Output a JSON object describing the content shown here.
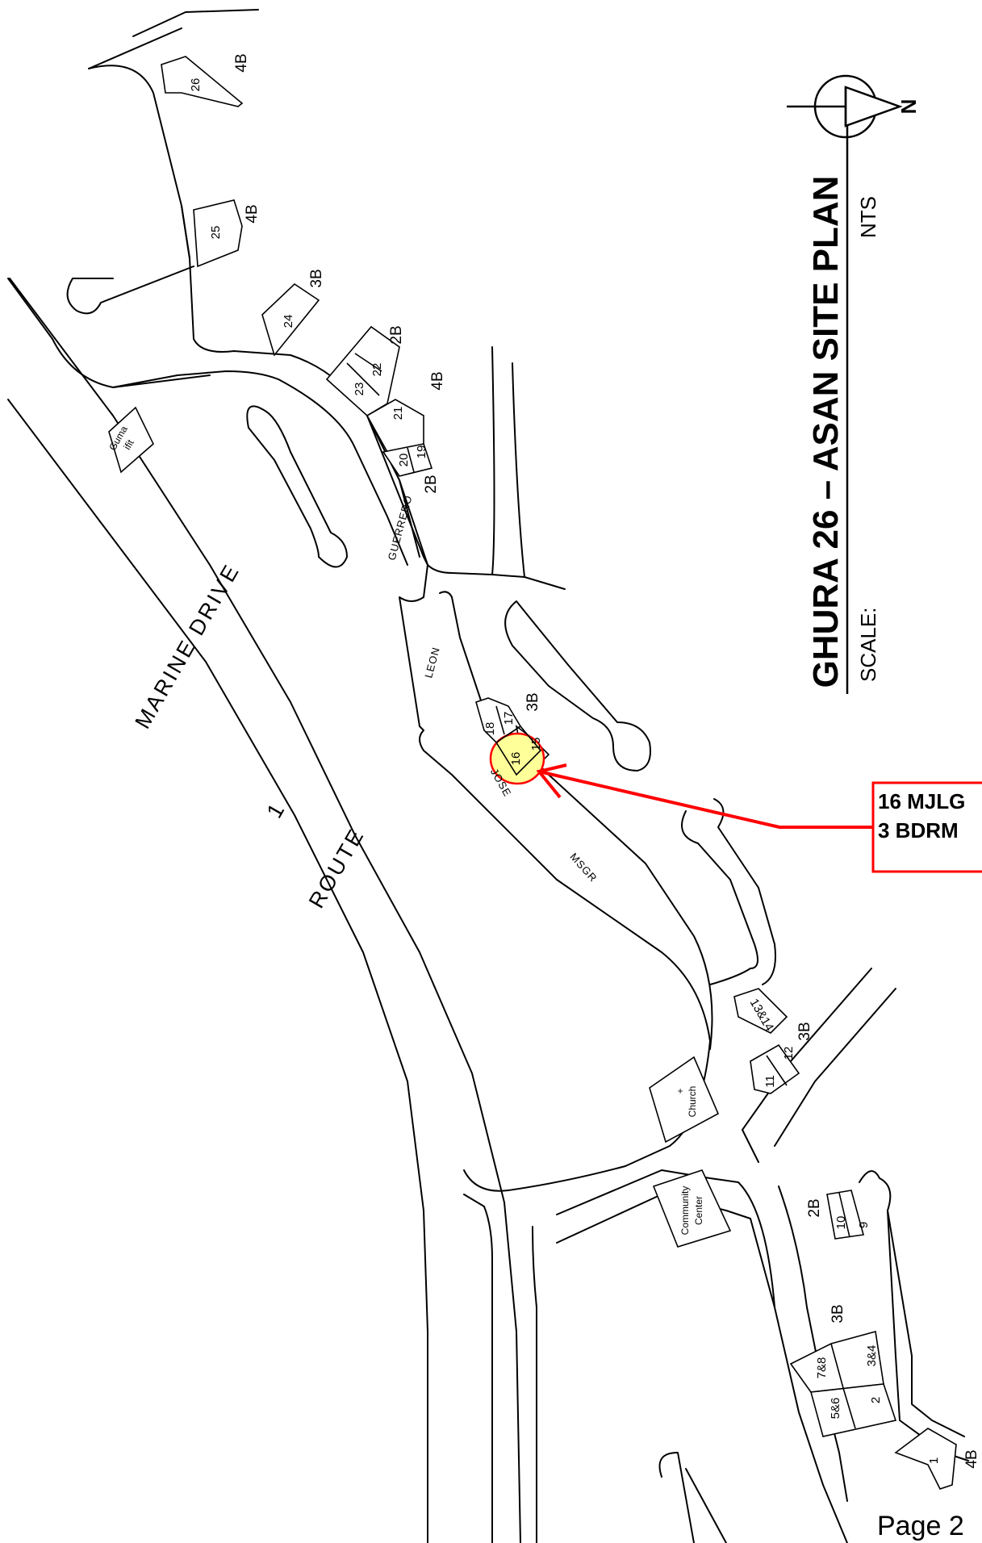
{
  "title": "GHURA 26 – ASAN SITE PLAN",
  "scale_label": "SCALE:",
  "scale_value": "NTS",
  "north_label": "N",
  "highway": {
    "name_upper": "MARINE DRIVE",
    "name_lower": "ROUTE",
    "route_number": "1"
  },
  "streets": {
    "guerrero": "GUERRERO",
    "leon": "LEON",
    "jose": "JOSE",
    "msgr": "MSGR"
  },
  "buildings": {
    "gumaifit_line1": "Guma",
    "gumaifit_line2": "ifit",
    "church_cross": "+",
    "church": "Church",
    "community_line1": "Community",
    "community_line2": "Center"
  },
  "lots": {
    "l26": "26",
    "l25": "25",
    "l24": "24",
    "l23": "23",
    "l22": "22",
    "l21": "21",
    "l20": "20",
    "l19": "19",
    "l18": "18",
    "l17": "17",
    "l16": "16",
    "l15": "15",
    "l1314": "13&14",
    "l12": "12",
    "l11": "11",
    "l10": "10",
    "l9": "9",
    "l78": "7&8",
    "l56": "5&6",
    "l34": "3&4",
    "l2": "2",
    "l1": "1"
  },
  "bedroom_tags": {
    "b26": "4B",
    "b25": "4B",
    "b24": "3B",
    "b2223": "2B",
    "b21": "4B",
    "b1920": "2B",
    "b1718": "3B",
    "b1214": "3B",
    "b910": "2B",
    "b38": "3B",
    "b1": "4B"
  },
  "callout": {
    "line1": "16 MJLG",
    "line2": "3 BDRM",
    "color": "#ff0000"
  },
  "highlight_color": "#ffff99",
  "page_label": "Page 2"
}
